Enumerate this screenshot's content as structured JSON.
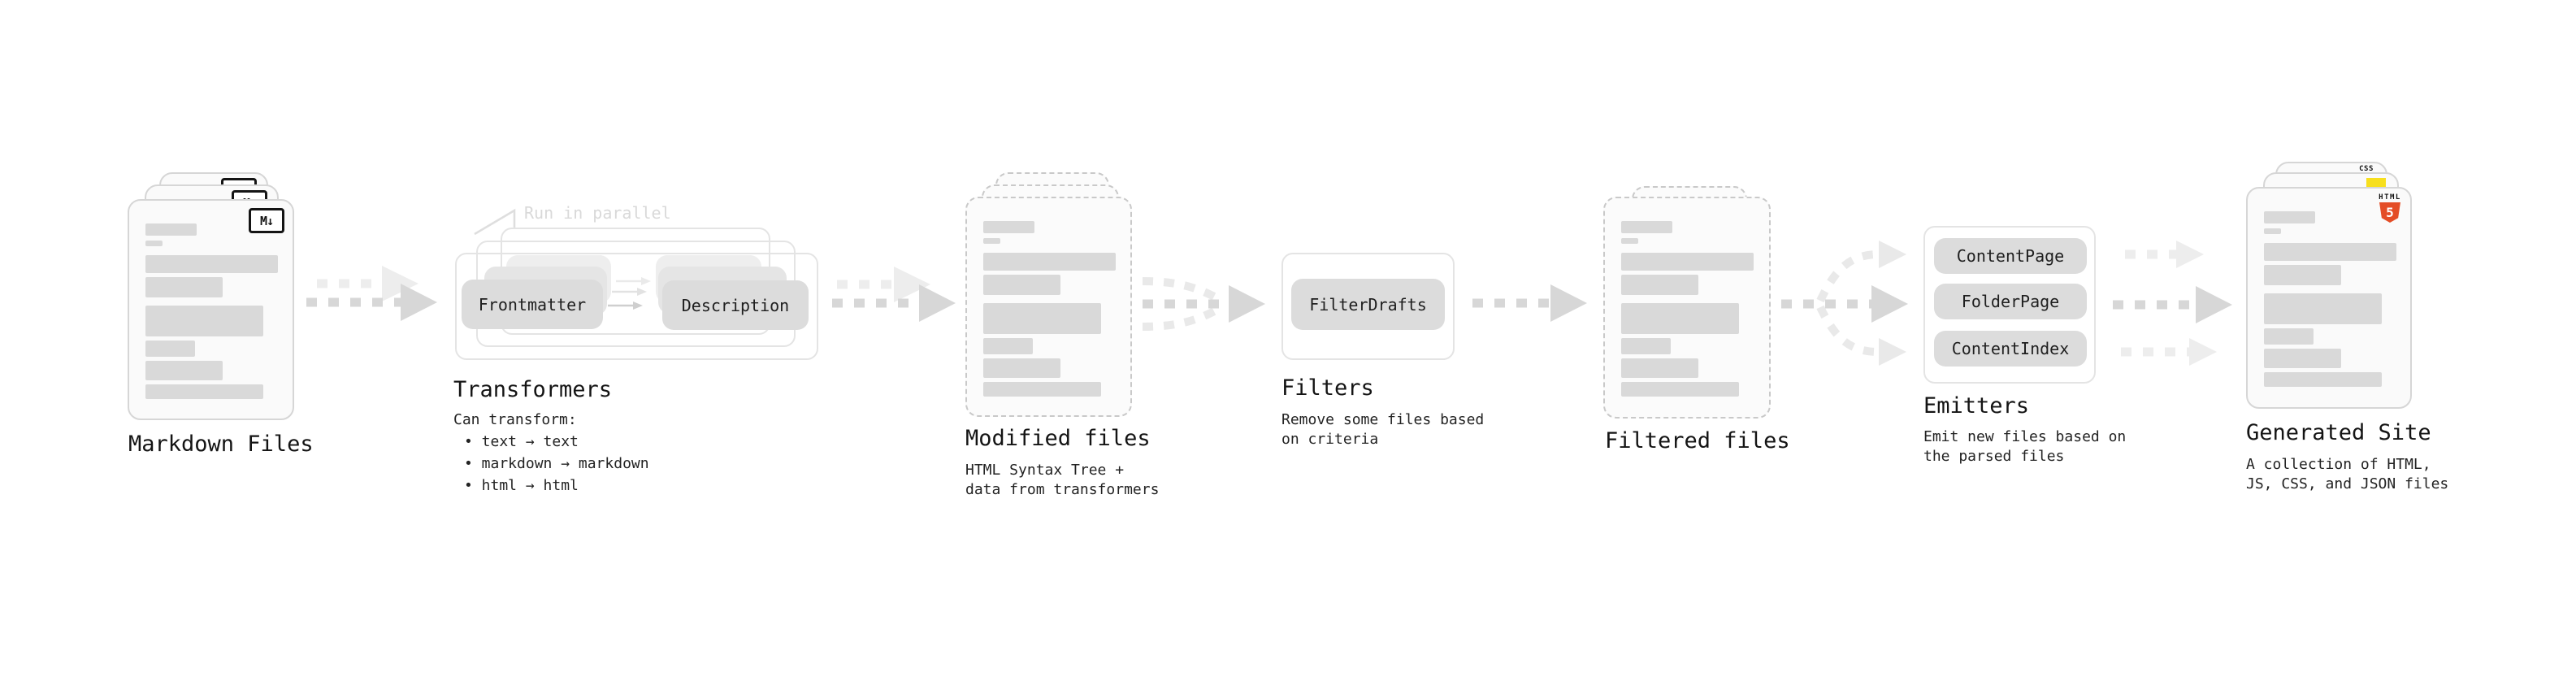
{
  "diagram": {
    "markdown_files": {
      "label": "Markdown Files",
      "file_icon": "M↓"
    },
    "transformers": {
      "callout": "Run in parallel",
      "nodes": [
        "Frontmatter",
        "Description"
      ],
      "heading": "Transformers",
      "lines": [
        "Can transform:",
        "• text → text",
        "• markdown → markdown",
        "• html → html"
      ]
    },
    "modified_files": {
      "heading": "Modified files",
      "lines": [
        "HTML Syntax Tree +",
        "data from transformers"
      ]
    },
    "filters": {
      "nodes": [
        "FilterDrafts"
      ],
      "heading": "Filters",
      "lines": [
        "Remove some files based",
        "on criteria"
      ]
    },
    "filtered_files": {
      "heading": "Filtered files"
    },
    "emitters": {
      "nodes": [
        "ContentPage",
        "FolderPage",
        "ContentIndex"
      ],
      "heading": "Emitters",
      "lines": [
        "Emit new files based on",
        "the parsed files"
      ]
    },
    "generated_site": {
      "heading": "Generated Site",
      "lines": [
        "A collection of HTML,",
        "JS, CSS, and JSON files"
      ],
      "css_icon_label": "CSS",
      "html5_icon_label": "HTML",
      "html5_icon_number": "5"
    }
  },
  "colors": {
    "html5_orange": "#e44d26",
    "js_yellow": "#f7df1e",
    "css_blue": "#2962f1",
    "node_gray": "#dcdcdc",
    "arrow_gray": "#d7d7d7"
  }
}
